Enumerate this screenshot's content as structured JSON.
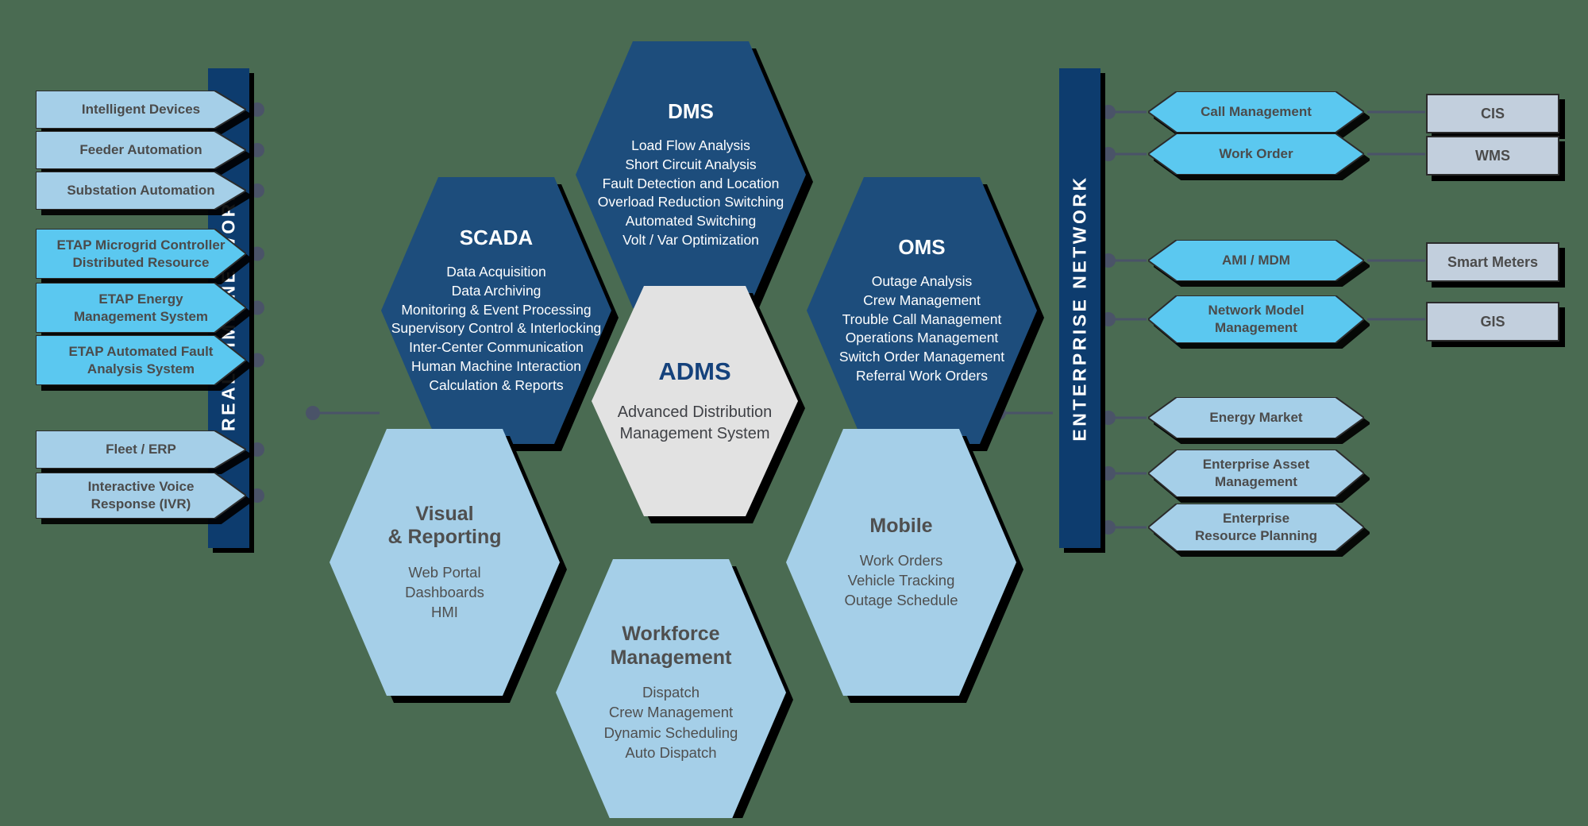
{
  "colors": {
    "background": "#4a6b52",
    "dark_blue": "#1d4d7c",
    "navy_bar": "#0d3c6e",
    "light_blue": "#a5cfe8",
    "cyan": "#5bc8f0",
    "grey_box": "#c2cfdd",
    "center_grey": "#e2e2e2",
    "connector": "#4a5368",
    "shadow": "#000000"
  },
  "networks": {
    "left": {
      "label": "REAL-TIME  NETWORK"
    },
    "right": {
      "label": "ENTERPRISE  NETWORK"
    }
  },
  "left_items": [
    {
      "label": "Intelligent Devices",
      "style": "light_blue"
    },
    {
      "label": "Feeder Automation",
      "style": "light_blue"
    },
    {
      "label": "Substation Automation",
      "style": "light_blue"
    },
    {
      "label": "ETAP Microgrid Controller\nDistributed Resource",
      "style": "cyan"
    },
    {
      "label": "ETAP Energy\nManagement System",
      "style": "cyan"
    },
    {
      "label": "ETAP Automated Fault\nAnalysis System",
      "style": "cyan"
    },
    {
      "label": "Fleet / ERP",
      "style": "light_blue"
    },
    {
      "label": "Interactive Voice\nResponse (IVR)",
      "style": "light_blue"
    }
  ],
  "right_items": [
    {
      "label": "Call Management",
      "style": "cyan",
      "target": "CIS"
    },
    {
      "label": "Work Order",
      "style": "cyan",
      "target": "WMS"
    },
    {
      "label": "AMI / MDM",
      "style": "cyan",
      "target": "Smart Meters"
    },
    {
      "label": "Network Model\nManagement",
      "style": "cyan",
      "target": "GIS"
    },
    {
      "label": "Energy Market",
      "style": "light_blue",
      "target": ""
    },
    {
      "label": "Enterprise Asset\nManagement",
      "style": "light_blue",
      "target": ""
    },
    {
      "label": "Enterprise\nResource Planning",
      "style": "light_blue",
      "target": ""
    }
  ],
  "right_targets": [
    {
      "label": "CIS"
    },
    {
      "label": "WMS"
    },
    {
      "label": "Smart Meters"
    },
    {
      "label": "GIS"
    }
  ],
  "hexagons": {
    "dms": {
      "title": "DMS",
      "items": [
        "Load Flow Analysis",
        "Short Circuit Analysis",
        "Fault Detection and Location",
        "Overload Reduction Switching",
        "Automated Switching",
        "Volt / Var Optimization"
      ]
    },
    "scada": {
      "title": "SCADA",
      "items": [
        "Data Acquisition",
        "Data Archiving",
        "Monitoring & Event Processing",
        "Supervisory Control & Interlocking",
        "Inter-Center Communication",
        "Human Machine Interaction",
        "Calculation & Reports"
      ]
    },
    "oms": {
      "title": "OMS",
      "items": [
        "Outage Analysis",
        "Crew Management",
        "Trouble Call Management",
        "Operations Management",
        "Switch Order Management",
        "Referral Work Orders"
      ]
    },
    "adms": {
      "title": "ADMS",
      "subtitle": "Advanced Distribution\nManagement System"
    },
    "visual": {
      "title": "Visual\n& Reporting",
      "items": [
        "Web Portal",
        "Dashboards",
        "HMI"
      ]
    },
    "workforce": {
      "title": "Workforce\nManagement",
      "items": [
        "Dispatch",
        "Crew Management",
        "Dynamic Scheduling",
        "Auto Dispatch"
      ]
    },
    "mobile": {
      "title": "Mobile",
      "items": [
        "Work Orders",
        "Vehicle Tracking",
        "Outage Schedule"
      ]
    }
  }
}
